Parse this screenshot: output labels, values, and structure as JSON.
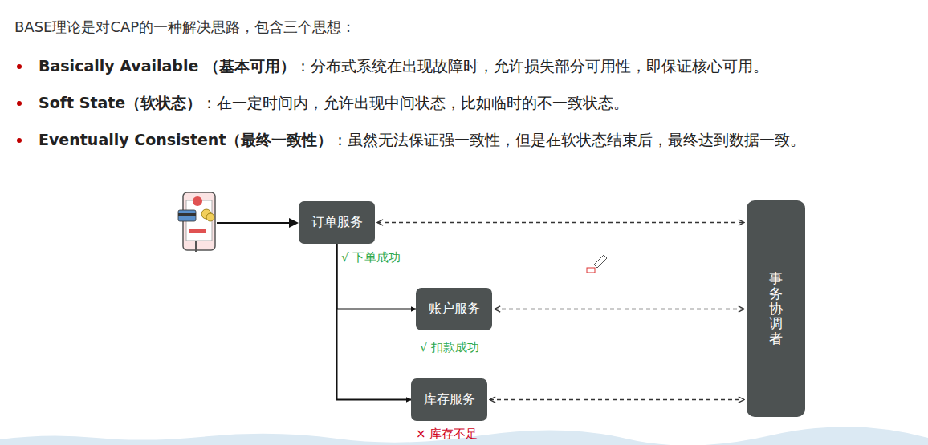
{
  "diagram": {
    "title": "BASE理论是对CAP的一种解决思路，包含三个思想：",
    "nodes": [
      {
        "text": [
          "订单服务"
        ]
      },
      {
        "text": [
          "账户服务"
        ]
      },
      {
        "text": [
          "库存服务"
        ]
      },
      {
        "text": [
          "事务协调者"
        ]
      }
    ],
    "edges": [
      {
        "from": 0,
        "to": 1,
        "arrow": "to"
      },
      {
        "from": 0,
        "to": 2,
        "arrow": "to"
      },
      {
        "from": 0,
        "to": 3,
        "arrow": "both"
      },
      {
        "from": 1,
        "to": 3,
        "arrow": "both"
      },
      {
        "from": 2,
        "to": 3,
        "arrow": "both"
      }
    ],
    "labels": [
      "Basically Available （基本可用）",
      "：分布式系统在出现故障时，允许损失部分可用性，即保证核心可用。",
      "Soft State（软状态）",
      "：在一定时间内，允许出现中间状态，比如临时的不一致状态。",
      "Eventually Consistent（最终一致性）",
      "：虽然无法保证强一致性，但是在软状态结束后，最终达到数据一致。",
      "√ 下单成功",
      "√ 扣款成功",
      "× 库存不足"
    ]
  }
}
